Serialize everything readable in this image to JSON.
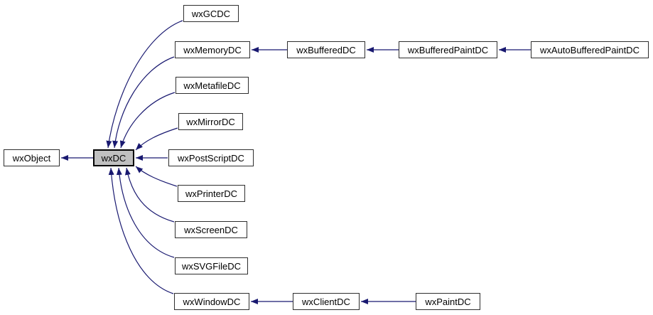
{
  "diagram": {
    "type": "class-inheritance-graph",
    "root_class": "wxDC",
    "colors": {
      "background": "#ffffff",
      "edge": "#191970",
      "node_border": "#2e2e2e",
      "node_fill": "#ffffff",
      "focus_node_fill": "#c0c0c0",
      "focus_node_border": "#000000",
      "text": "#000000"
    },
    "nodes": [
      {
        "id": "wxObject",
        "label": "wxObject",
        "focus": false
      },
      {
        "id": "wxDC",
        "label": "wxDC",
        "focus": true
      },
      {
        "id": "wxGCDC",
        "label": "wxGCDC",
        "focus": false
      },
      {
        "id": "wxMemoryDC",
        "label": "wxMemoryDC",
        "focus": false
      },
      {
        "id": "wxMetafileDC",
        "label": "wxMetafileDC",
        "focus": false
      },
      {
        "id": "wxMirrorDC",
        "label": "wxMirrorDC",
        "focus": false
      },
      {
        "id": "wxPostScriptDC",
        "label": "wxPostScriptDC",
        "focus": false
      },
      {
        "id": "wxPrinterDC",
        "label": "wxPrinterDC",
        "focus": false
      },
      {
        "id": "wxScreenDC",
        "label": "wxScreenDC",
        "focus": false
      },
      {
        "id": "wxSVGFileDC",
        "label": "wxSVGFileDC",
        "focus": false
      },
      {
        "id": "wxWindowDC",
        "label": "wxWindowDC",
        "focus": false
      },
      {
        "id": "wxBufferedDC",
        "label": "wxBufferedDC",
        "focus": false
      },
      {
        "id": "wxBufferedPaintDC",
        "label": "wxBufferedPaintDC",
        "focus": false
      },
      {
        "id": "wxAutoBufferedPaintDC",
        "label": "wxAutoBufferedPaintDC",
        "focus": false
      },
      {
        "id": "wxClientDC",
        "label": "wxClientDC",
        "focus": false
      },
      {
        "id": "wxPaintDC",
        "label": "wxPaintDC",
        "focus": false
      }
    ],
    "edges": [
      {
        "derived": "wxDC",
        "base": "wxObject"
      },
      {
        "derived": "wxGCDC",
        "base": "wxDC"
      },
      {
        "derived": "wxMemoryDC",
        "base": "wxDC"
      },
      {
        "derived": "wxMetafileDC",
        "base": "wxDC"
      },
      {
        "derived": "wxMirrorDC",
        "base": "wxDC"
      },
      {
        "derived": "wxPostScriptDC",
        "base": "wxDC"
      },
      {
        "derived": "wxPrinterDC",
        "base": "wxDC"
      },
      {
        "derived": "wxScreenDC",
        "base": "wxDC"
      },
      {
        "derived": "wxSVGFileDC",
        "base": "wxDC"
      },
      {
        "derived": "wxWindowDC",
        "base": "wxDC"
      },
      {
        "derived": "wxBufferedDC",
        "base": "wxMemoryDC"
      },
      {
        "derived": "wxBufferedPaintDC",
        "base": "wxBufferedDC"
      },
      {
        "derived": "wxAutoBufferedPaintDC",
        "base": "wxBufferedPaintDC"
      },
      {
        "derived": "wxClientDC",
        "base": "wxWindowDC"
      },
      {
        "derived": "wxPaintDC",
        "base": "wxClientDC"
      }
    ]
  }
}
